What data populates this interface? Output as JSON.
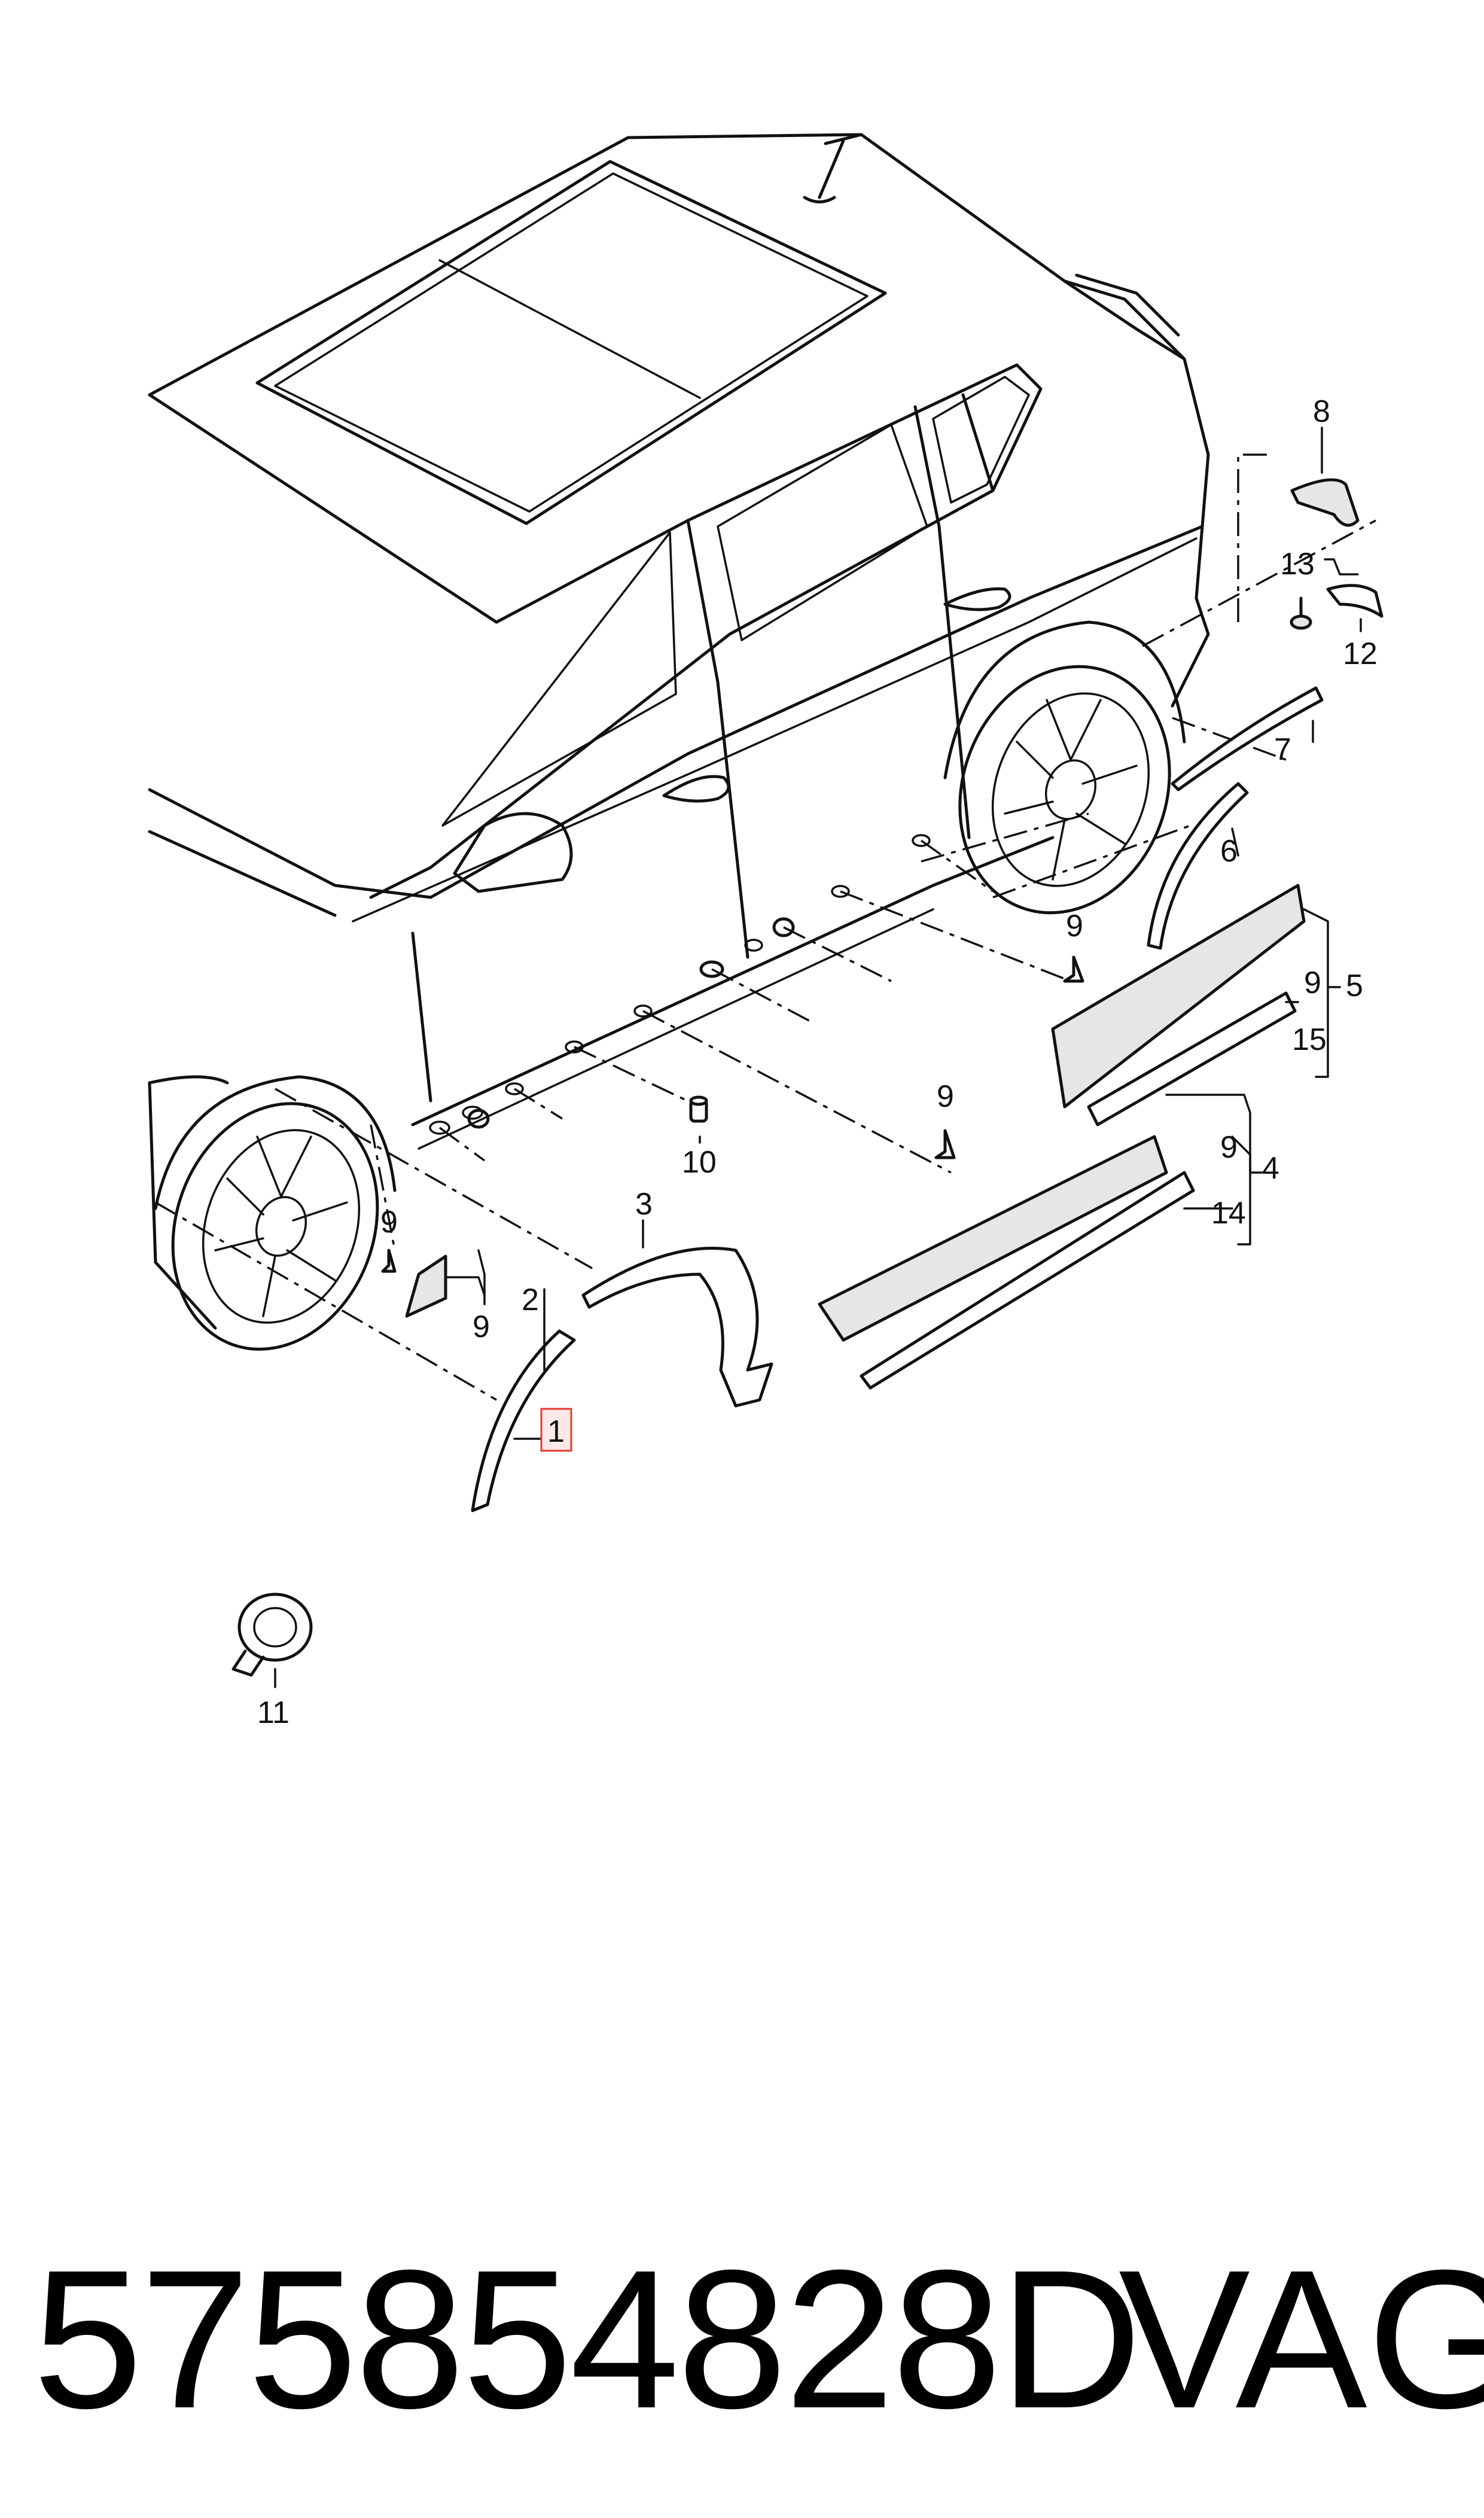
{
  "callouts": [
    {
      "id": "c1",
      "text": "1"
    },
    {
      "id": "c2",
      "text": "2"
    },
    {
      "id": "c3",
      "text": "3"
    },
    {
      "id": "c4",
      "text": "4"
    },
    {
      "id": "c5",
      "text": "5"
    },
    {
      "id": "c6",
      "text": "6"
    },
    {
      "id": "c7",
      "text": "7"
    },
    {
      "id": "c8",
      "text": "8"
    },
    {
      "id": "c9a",
      "text": "9"
    },
    {
      "id": "c9b",
      "text": "9"
    },
    {
      "id": "c9c",
      "text": "9"
    },
    {
      "id": "c9d",
      "text": "9"
    },
    {
      "id": "c9e",
      "text": "9"
    },
    {
      "id": "c9f",
      "text": "9"
    },
    {
      "id": "c10",
      "text": "10"
    },
    {
      "id": "c11",
      "text": "11"
    },
    {
      "id": "c12",
      "text": "12"
    },
    {
      "id": "c13",
      "text": "13"
    },
    {
      "id": "c14",
      "text": "14"
    },
    {
      "id": "c15",
      "text": "15"
    }
  ],
  "highlight": {
    "callout": "1",
    "color": "#e53935",
    "fill": "#fde7e7"
  },
  "footer": {
    "part_number": "575854828D",
    "brand": "VAG"
  }
}
